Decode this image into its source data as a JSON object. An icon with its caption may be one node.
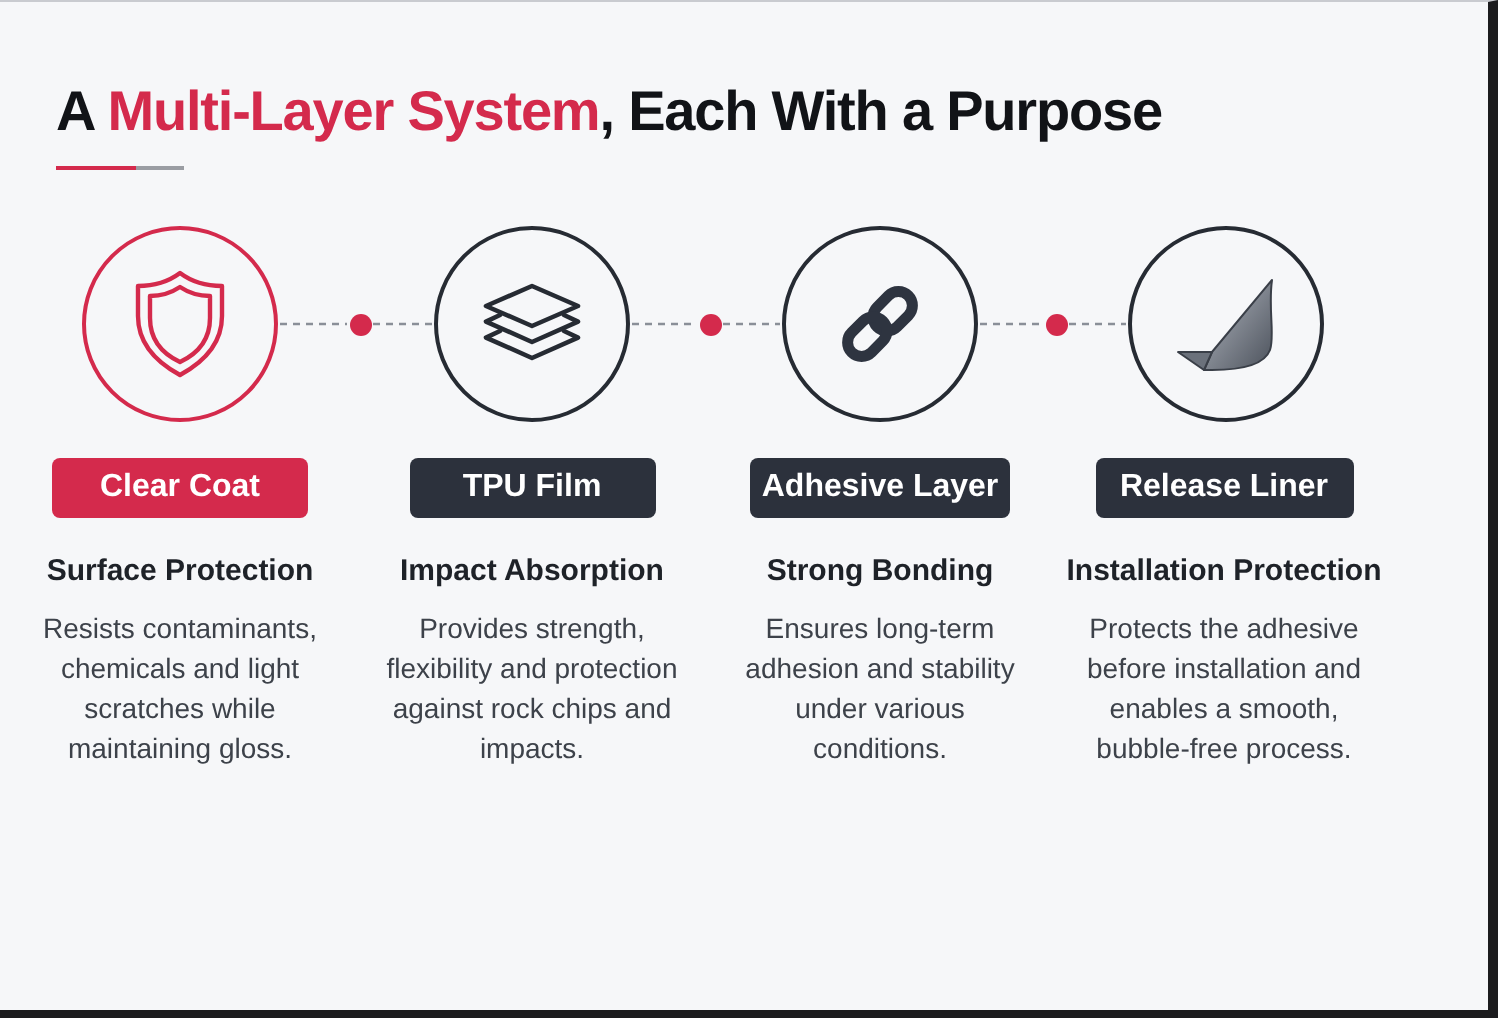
{
  "diagram": {
    "title": "A **Multi-Layer System**, Each With a Purpose",
    "nodes": [
      {
        "text": [],
        "shape": "circle"
      },
      {
        "text": [],
        "shape": "circle"
      },
      {
        "text": [],
        "shape": "circle"
      },
      {
        "text": [],
        "shape": "circle"
      },
      {
        "text": [],
        "shape": "circle"
      },
      {
        "text": [],
        "shape": "circle"
      },
      {
        "text": [],
        "shape": "circle"
      },
      {
        "text": [
          "Clear Coat"
        ],
        "beside": [
          "Surface Protection",
          "Resists contaminants, chemicals and light scratches while maintaining gloss."
        ]
      },
      {
        "text": [
          "TPU Film"
        ],
        "beside": [
          "Impact Absorption",
          "Provides strength, flexibility and protection against rock chips and impacts."
        ]
      },
      {
        "text": [
          "Adhesive Layer"
        ],
        "beside": [
          "Strong Bonding",
          "Ensures long-term adhesion and stability under various conditions."
        ]
      },
      {
        "text": [
          "Release Liner"
        ],
        "beside": [
          "Installation Protection",
          "Protects the adhesive before installation and enables a smooth, bubble-free process."
        ]
      }
    ],
    "edges": [
      {
        "from": 0,
        "to": 1,
        "arrow": "none",
        "style": "dashed"
      },
      {
        "from": 1,
        "to": 2,
        "arrow": "none",
        "style": "dashed"
      },
      {
        "from": 2,
        "to": 3,
        "arrow": "none",
        "style": "dashed"
      },
      {
        "from": 3,
        "to": 4,
        "arrow": "none",
        "style": "dashed"
      },
      {
        "from": 4,
        "to": 5,
        "arrow": "none",
        "style": "dashed"
      },
      {
        "from": 5,
        "to": 6,
        "arrow": "none",
        "style": "dashed"
      }
    ]
  }
}
